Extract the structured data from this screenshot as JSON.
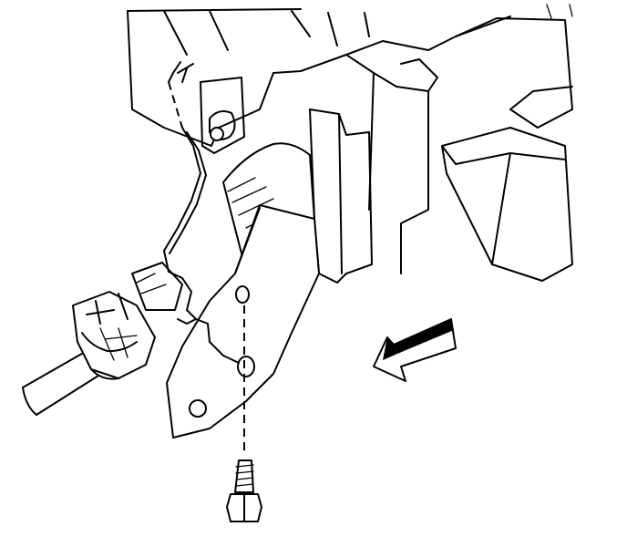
{
  "diagram": {
    "kind": "exploded-view line illustration",
    "colors": {
      "line": "#000000",
      "background": "#ffffff"
    },
    "parts": [
      "upper-panel",
      "bracket-housing",
      "ignition-lock-cylinder-housing",
      "shift-cable-bracket",
      "wire-harness",
      "steering-shaft",
      "universal-joint",
      "bolt",
      "direction-arrow"
    ]
  }
}
